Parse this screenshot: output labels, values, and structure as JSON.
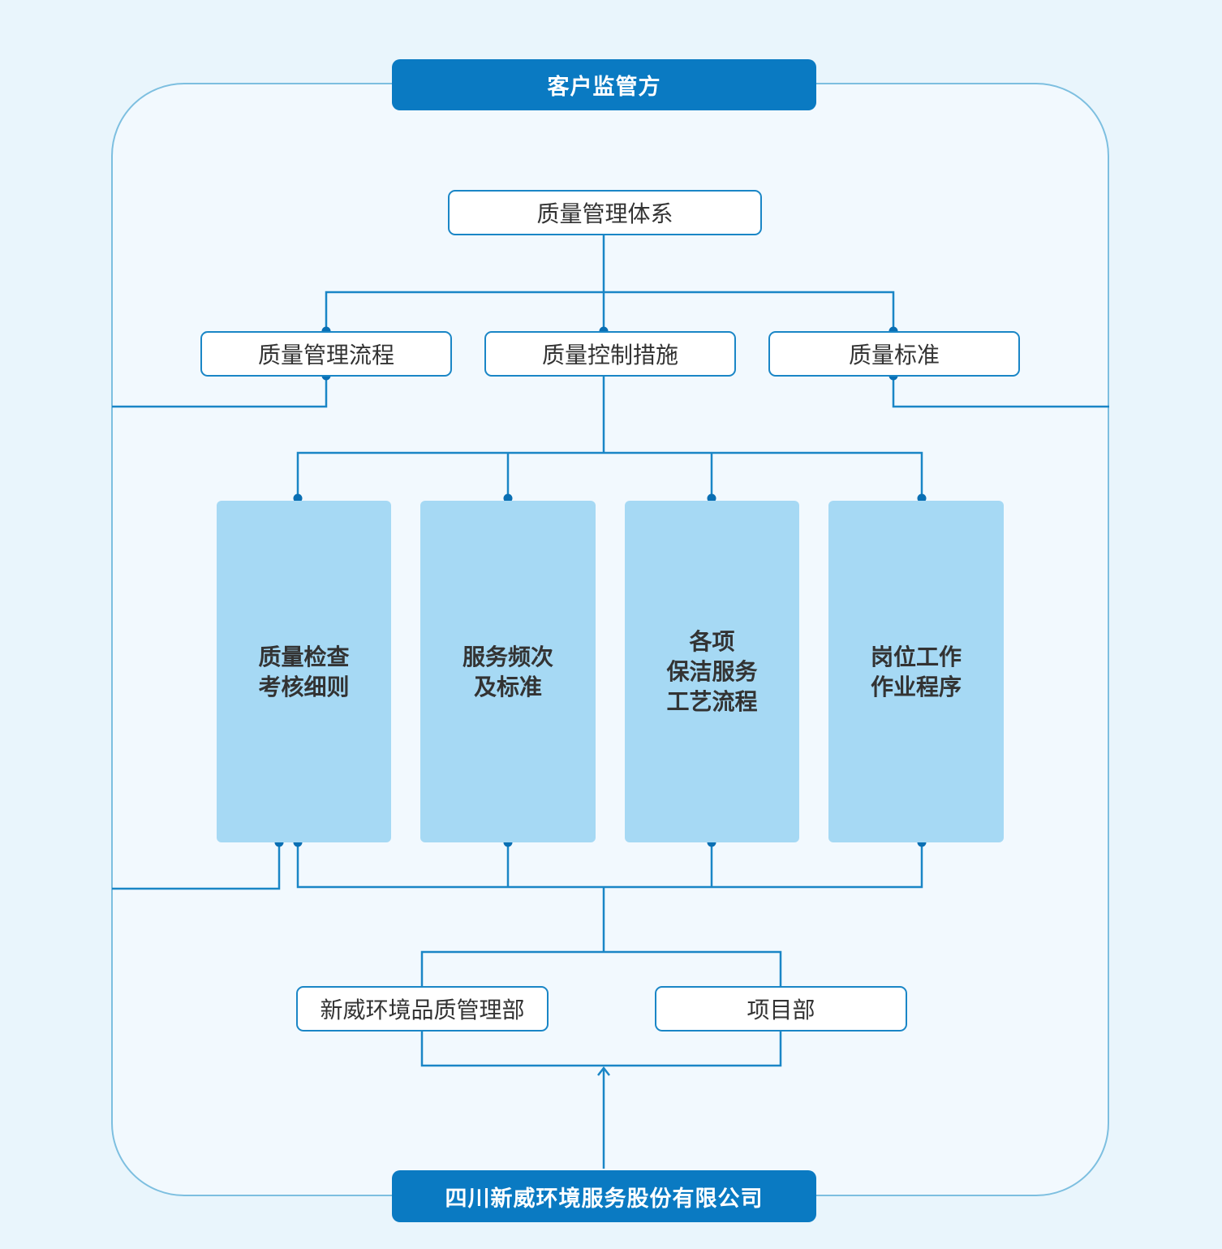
{
  "colors": {
    "background": "#e9f5fc",
    "frame_border": "#7dbfe0",
    "line": "#1a86c6",
    "pill": "#0a7ac2",
    "tall_box": "#a6d9f4"
  },
  "top_pill": "客户监管方",
  "bottom_pill": "四川新威环境服务股份有限公司",
  "root": "质量管理体系",
  "level2": [
    "质量管理流程",
    "质量控制措施",
    "质量标准"
  ],
  "measures": [
    {
      "lines": [
        "质量检查",
        "考核细则"
      ]
    },
    {
      "lines": [
        "服务频次",
        "及标准"
      ]
    },
    {
      "lines": [
        "各项",
        "保洁服务",
        "工艺流程"
      ]
    },
    {
      "lines": [
        "岗位工作",
        "作业程序"
      ]
    }
  ],
  "departments": [
    "新威环境品质管理部",
    "项目部"
  ]
}
